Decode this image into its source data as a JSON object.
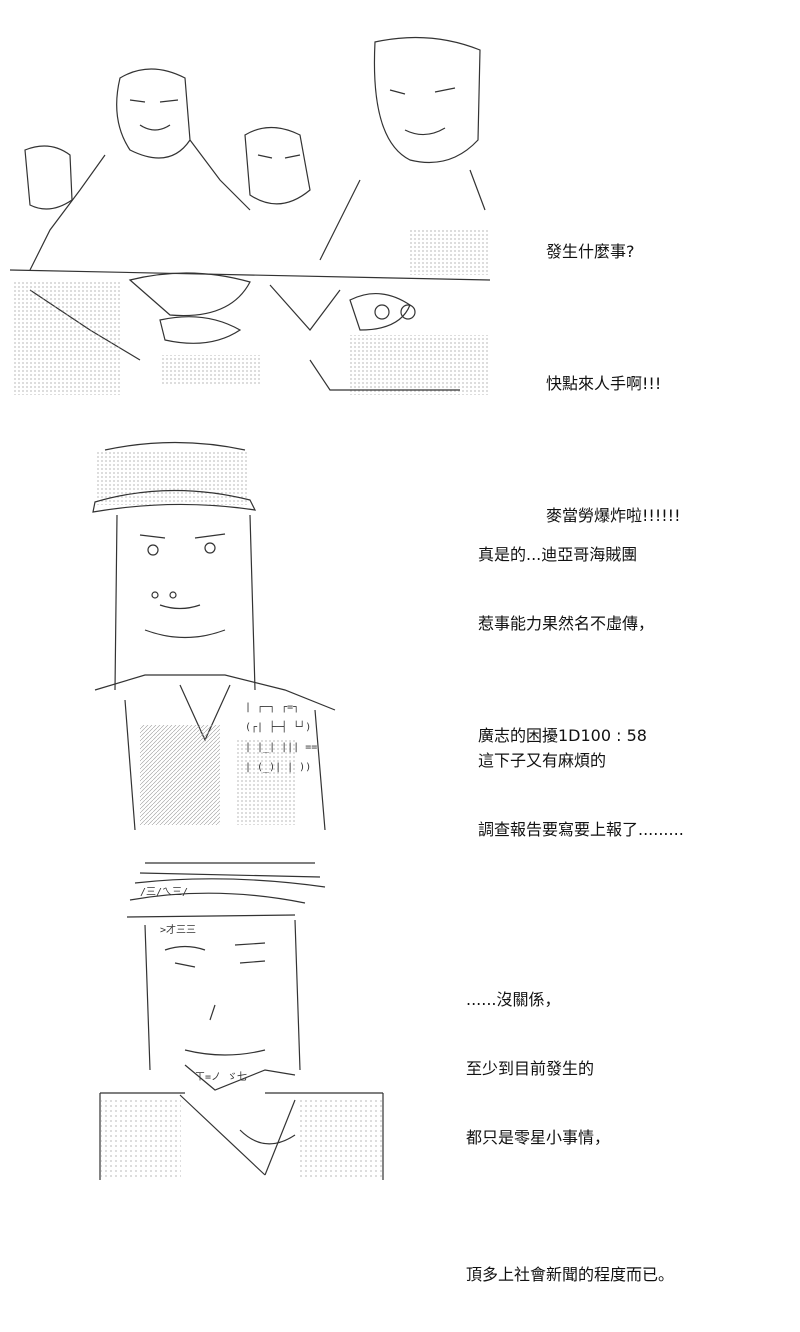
{
  "panels": [
    {
      "art_name": "crowd-scene-art",
      "dialogue": [
        "發生什麼事?",
        "快點來人手啊!!!",
        "麥當勞爆炸啦!!!!!!"
      ]
    },
    {
      "art_name": "pirate-captain-art",
      "dialogue": [
        "真是的...迪亞哥海賊團",
        "惹事能力果然名不虛傳，",
        "這下子又有麻煩的",
        "調查報告要寫要上報了.........",
        "廣志的困擾1D100 : 58"
      ]
    },
    {
      "art_name": "hat-man-art",
      "dialogue": [
        "......沒關係，",
        "至少到目前發生的",
        "都只是零星小事情，",
        "頂多上社會新聞的程度而已。"
      ]
    }
  ],
  "colors": {
    "ink": "#111111",
    "art_line": "#333333",
    "art_dots": "#777777",
    "background": "#ffffff"
  }
}
